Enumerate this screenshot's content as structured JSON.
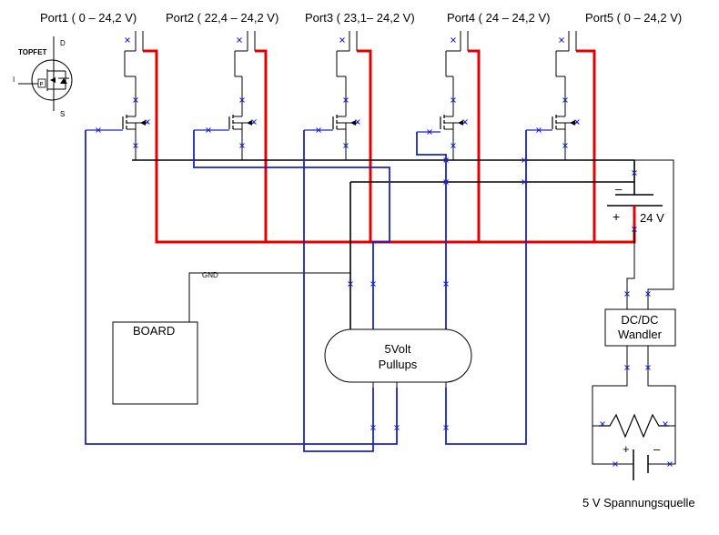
{
  "diagram": {
    "ports": [
      {
        "label": "Port1 ( 0 – 24,2 V)"
      },
      {
        "label": "Port2 ( 22,4 – 24,2 V)"
      },
      {
        "label": "Port3 ( 23,1– 24,2 V)"
      },
      {
        "label": "Port4 ( 24 – 24,2 V)"
      },
      {
        "label": "Port5 ( 0 – 24,2 V)"
      }
    ],
    "topfet": {
      "title": "TOPFET",
      "pin_d": "D",
      "pin_s": "S",
      "pin_i": "I",
      "pin_p": "P"
    },
    "gnd_label": "GND",
    "board_label": "BOARD",
    "pullups": {
      "line1": "5Volt",
      "line2": "Pullups"
    },
    "battery": {
      "plus": "+",
      "minus": "–",
      "label": "24 V"
    },
    "dcdc": {
      "line1": "DC/DC",
      "line2": "Wandler"
    },
    "source": {
      "plus": "+",
      "minus": "–",
      "label": "5 V Spannungsquelle"
    },
    "colors": {
      "power": "#e30000",
      "signal": "#1a23c8",
      "ground": "#000000"
    }
  }
}
